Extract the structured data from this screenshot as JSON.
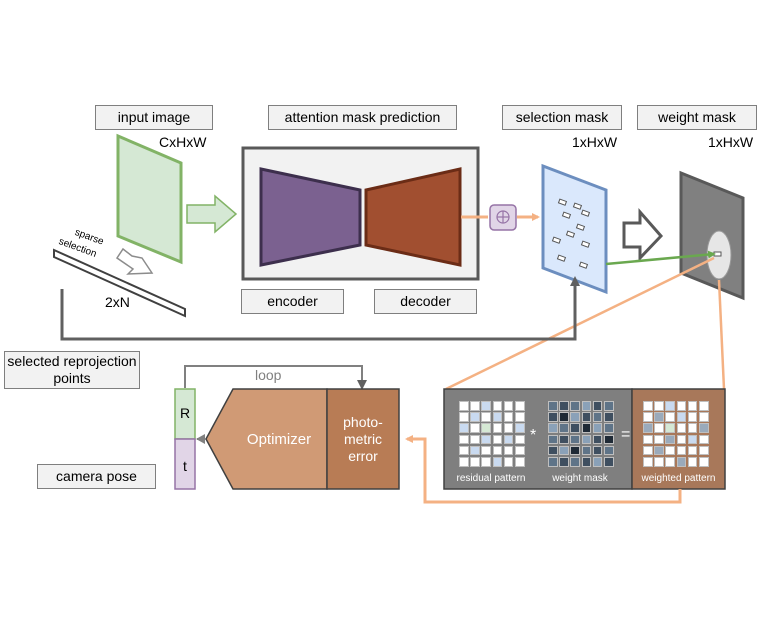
{
  "labels": {
    "input_image": "input image",
    "attention_mask_prediction": "attention mask prediction",
    "selection_mask": "selection mask",
    "weight_mask": "weight mask",
    "encoder": "encoder",
    "decoder": "decoder",
    "selected_reprojection_points": "selected reprojection points",
    "camera_pose": "camera pose"
  },
  "dims": {
    "input": "CxHxW",
    "selection": "1xHxW",
    "weight": "1xHxW",
    "sparse": "2xN"
  },
  "sparse_selection": {
    "line1": "sparse",
    "line2": "selection"
  },
  "loop": "loop",
  "optimizer": "Optimizer",
  "photometric_error": {
    "line1": "photo-",
    "line2": "metric",
    "line3": "error"
  },
  "pose": {
    "r": "R",
    "t": "t"
  },
  "patterns": {
    "residual": "residual pattern",
    "weight": "weight mask",
    "weighted": "weighted pattern",
    "multiply": "*",
    "equals": "="
  },
  "colors": {
    "input_image": "#d5e8d4",
    "input_image_border": "#82b366",
    "encoder": "#76608a",
    "decoder": "#a0522d",
    "selection_mask": "#dae8fc",
    "selection_mask_border": "#6c8ebf",
    "weight_mask": "#808080",
    "optimizer": "#d4a27d",
    "photometric": "#b87c55",
    "orange_line": "#f4b183",
    "pattern_panel": "#7f7f7f",
    "weighted_panel": "#a8785a"
  }
}
